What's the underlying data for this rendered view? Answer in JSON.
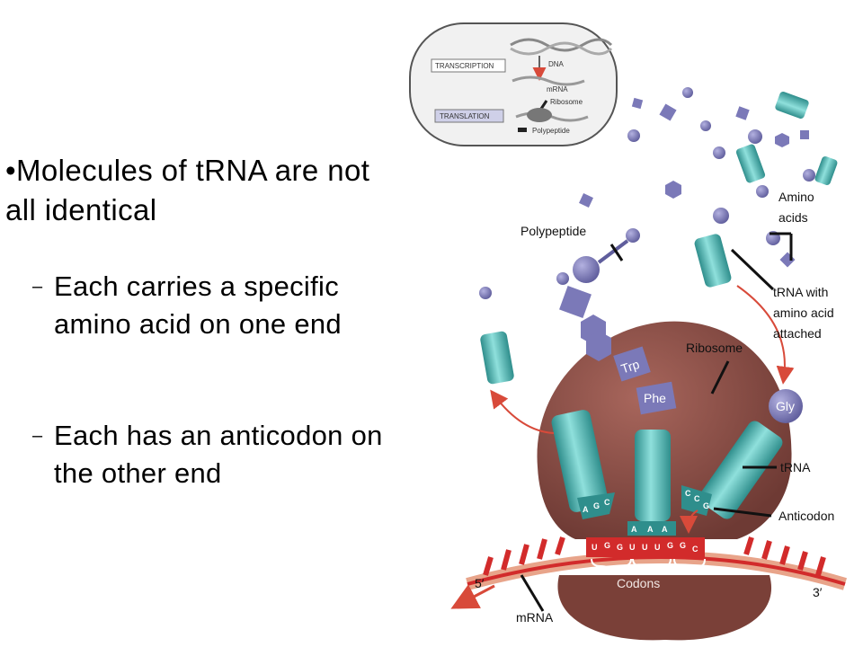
{
  "slide": {
    "bullet": "•Molecules of tRNA are not all identical",
    "sub_items": [
      {
        "dash": "–",
        "text": "Each carries a specific amino acid on one end"
      },
      {
        "dash": "–",
        "text": "Each has an anticodon on the other end"
      }
    ]
  },
  "inset": {
    "transcription": "TRANSCRIPTION",
    "translation": "TRANSLATION",
    "dna": "DNA",
    "mrna": "mRNA",
    "ribosome": "Ribosome",
    "polypeptide": "Polypeptide"
  },
  "labels": {
    "amino_acids_1": "Amino",
    "amino_acids_2": "acids",
    "polypeptide": "Polypeptide",
    "trna_aa_1": "tRNA with",
    "trna_aa_2": "amino acid",
    "trna_aa_3": "attached",
    "ribosome": "Ribosome",
    "trna": "tRNA",
    "anticodon": "Anticodon",
    "codons": "Codons",
    "five_prime": "5′",
    "three_prime": "3′",
    "mrna": "mRNA"
  },
  "amino_acid_names": {
    "trp": "Trp",
    "phe": "Phe",
    "gly": "Gly"
  },
  "anticodons": {
    "left": [
      "A",
      "G",
      "C"
    ],
    "middle": [
      "A",
      "A",
      "A"
    ],
    "right": [
      "C",
      "C",
      "G"
    ]
  },
  "codon_bases": [
    "U",
    "G",
    "G",
    "U",
    "U",
    "U",
    "G",
    "G",
    "C"
  ],
  "colors": {
    "trna": "#5fc2c0",
    "trna_dark": "#2f8e8c",
    "ribosome": "#8a4c44",
    "amino_acid": "#7b79b8",
    "mrna_red": "#d22b2b",
    "arrow": "#d84a3a"
  }
}
